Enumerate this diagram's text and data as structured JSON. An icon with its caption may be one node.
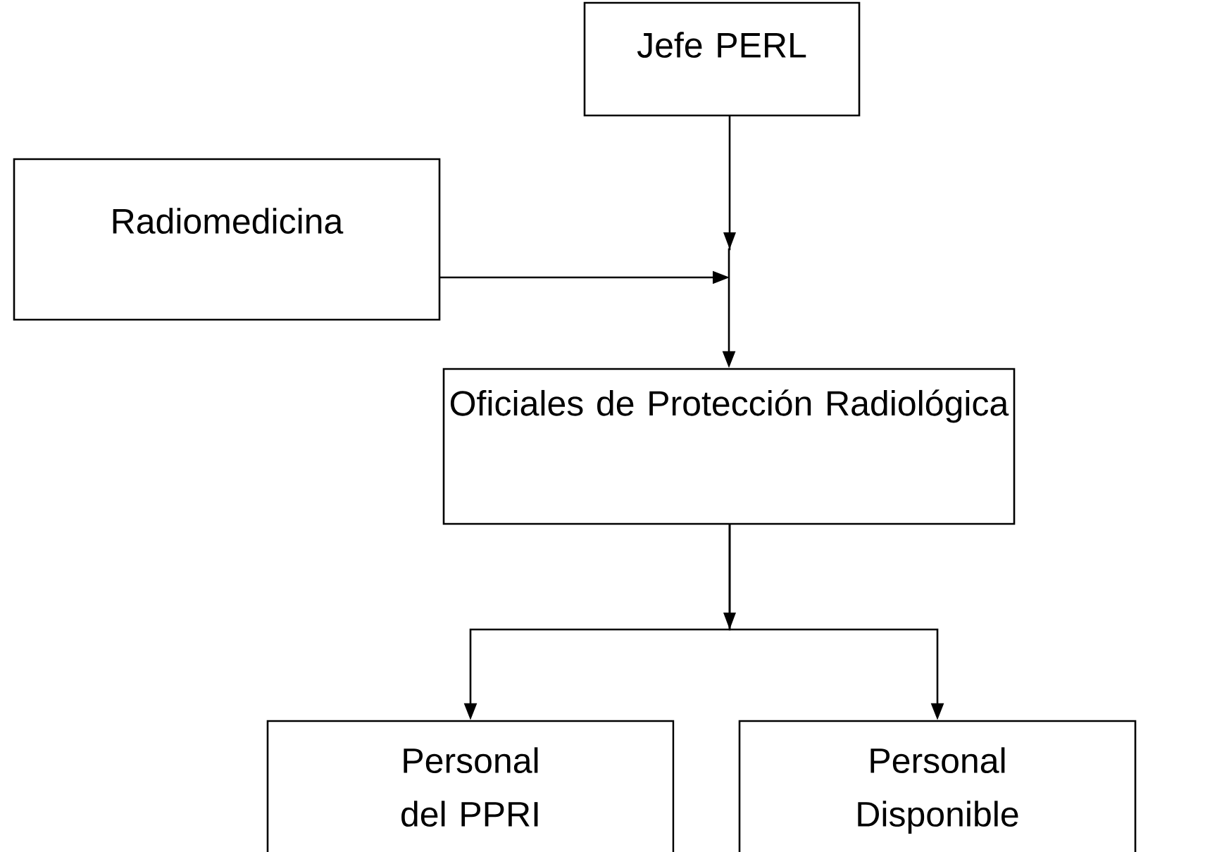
{
  "diagram": {
    "nodes": [
      {
        "text": [
          "Jefe PERL"
        ]
      },
      {
        "text": [
          "Radiomedicina"
        ]
      },
      {
        "text": [
          "Oficiales de Protección Radiológica"
        ]
      },
      {
        "text": [
          "Personal del PPRI"
        ]
      },
      {
        "text": [
          "Personal Disponible"
        ]
      }
    ],
    "edges": [
      {
        "from": 0,
        "to": 2,
        "arrow": "to"
      },
      {
        "from": 1,
        "to": null,
        "arrow": "to"
      },
      {
        "from": 2,
        "to": 3,
        "arrow": "to"
      },
      {
        "from": 2,
        "to": 4,
        "arrow": "to"
      }
    ]
  }
}
